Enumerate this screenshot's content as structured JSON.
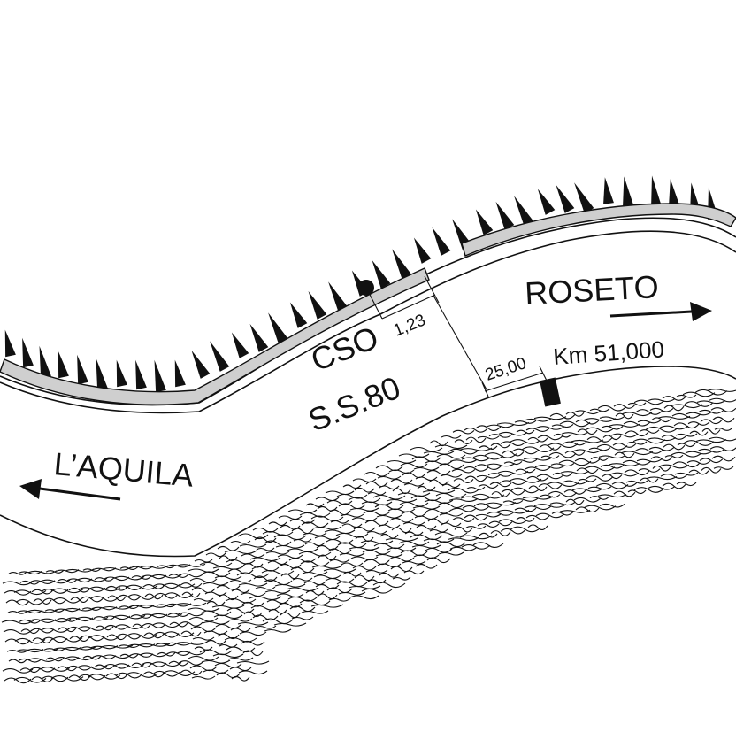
{
  "labels": {
    "roseto": "ROSETO",
    "laquila": "L’AQUILA",
    "cso": "CSO",
    "road": "S.S.80",
    "dim_1": "1,23",
    "dim_2": "25,00",
    "km": "Km 51,000"
  },
  "colors": {
    "ink": "#111111",
    "guardrail": "#cfcfcf",
    "background": "#ffffff"
  },
  "symbols": {
    "slope_up": "triangle-hatch",
    "slope_down": "scarp-hatch",
    "sensor": "black-dot",
    "km_marker": "black-rectangle"
  }
}
